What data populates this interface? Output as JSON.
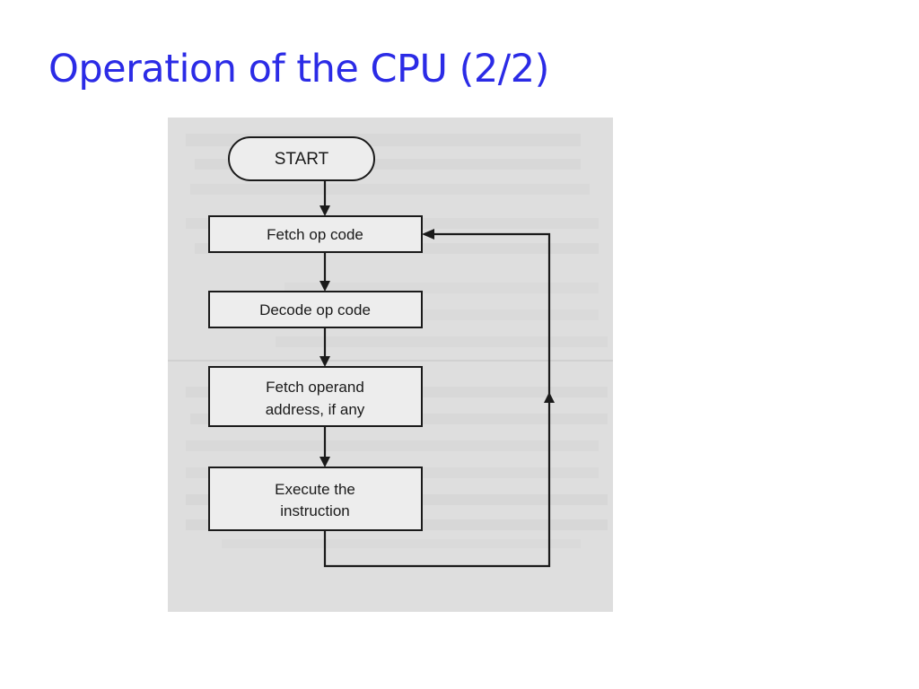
{
  "slide": {
    "title": "Operation of the CPU (2/2)"
  },
  "flowchart": {
    "start": "START",
    "steps": [
      {
        "line1": "Fetch op code",
        "line2": ""
      },
      {
        "line1": "Decode op code",
        "line2": ""
      },
      {
        "line1": "Fetch operand",
        "line2": "address, if any"
      },
      {
        "line1": "Execute the",
        "line2": "instruction"
      }
    ],
    "colors": {
      "title": "#2b2be6",
      "scan_background": "#dedede",
      "ink": "#1a1a1a"
    }
  }
}
